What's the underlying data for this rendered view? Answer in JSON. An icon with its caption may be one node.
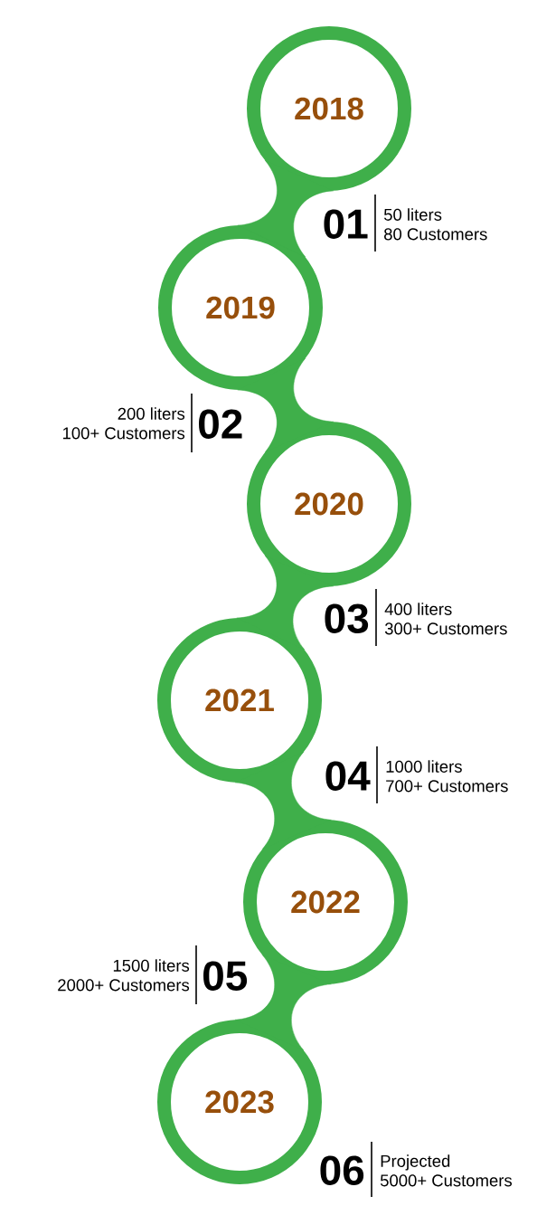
{
  "diagram": {
    "nodes": [
      {
        "text": [
          "2018"
        ],
        "beside": [
          "01",
          "50 liters",
          "80 Customers"
        ]
      },
      {
        "text": [
          "2019"
        ],
        "beside": [
          "02",
          "200 liters",
          "100+ Customers"
        ]
      },
      {
        "text": [
          "2020"
        ],
        "beside": [
          "03",
          "400 liters",
          "300+ Customers"
        ]
      },
      {
        "text": [
          "2021"
        ],
        "beside": [
          "04",
          "1000 liters",
          "700+ Customers"
        ]
      },
      {
        "text": [
          "2022"
        ],
        "beside": [
          "05",
          "1500 liters",
          "2000+ Customers"
        ]
      },
      {
        "text": [
          "2023"
        ],
        "beside": [
          "06",
          "Projected",
          "5000+ Customers"
        ]
      }
    ],
    "edges": [
      {
        "from": 0,
        "to": 1,
        "arrow": "none"
      },
      {
        "from": 1,
        "to": 2,
        "arrow": "none"
      },
      {
        "from": 2,
        "to": 3,
        "arrow": "none"
      },
      {
        "from": 3,
        "to": 4,
        "arrow": "none"
      },
      {
        "from": 4,
        "to": 5,
        "arrow": "none"
      }
    ]
  }
}
